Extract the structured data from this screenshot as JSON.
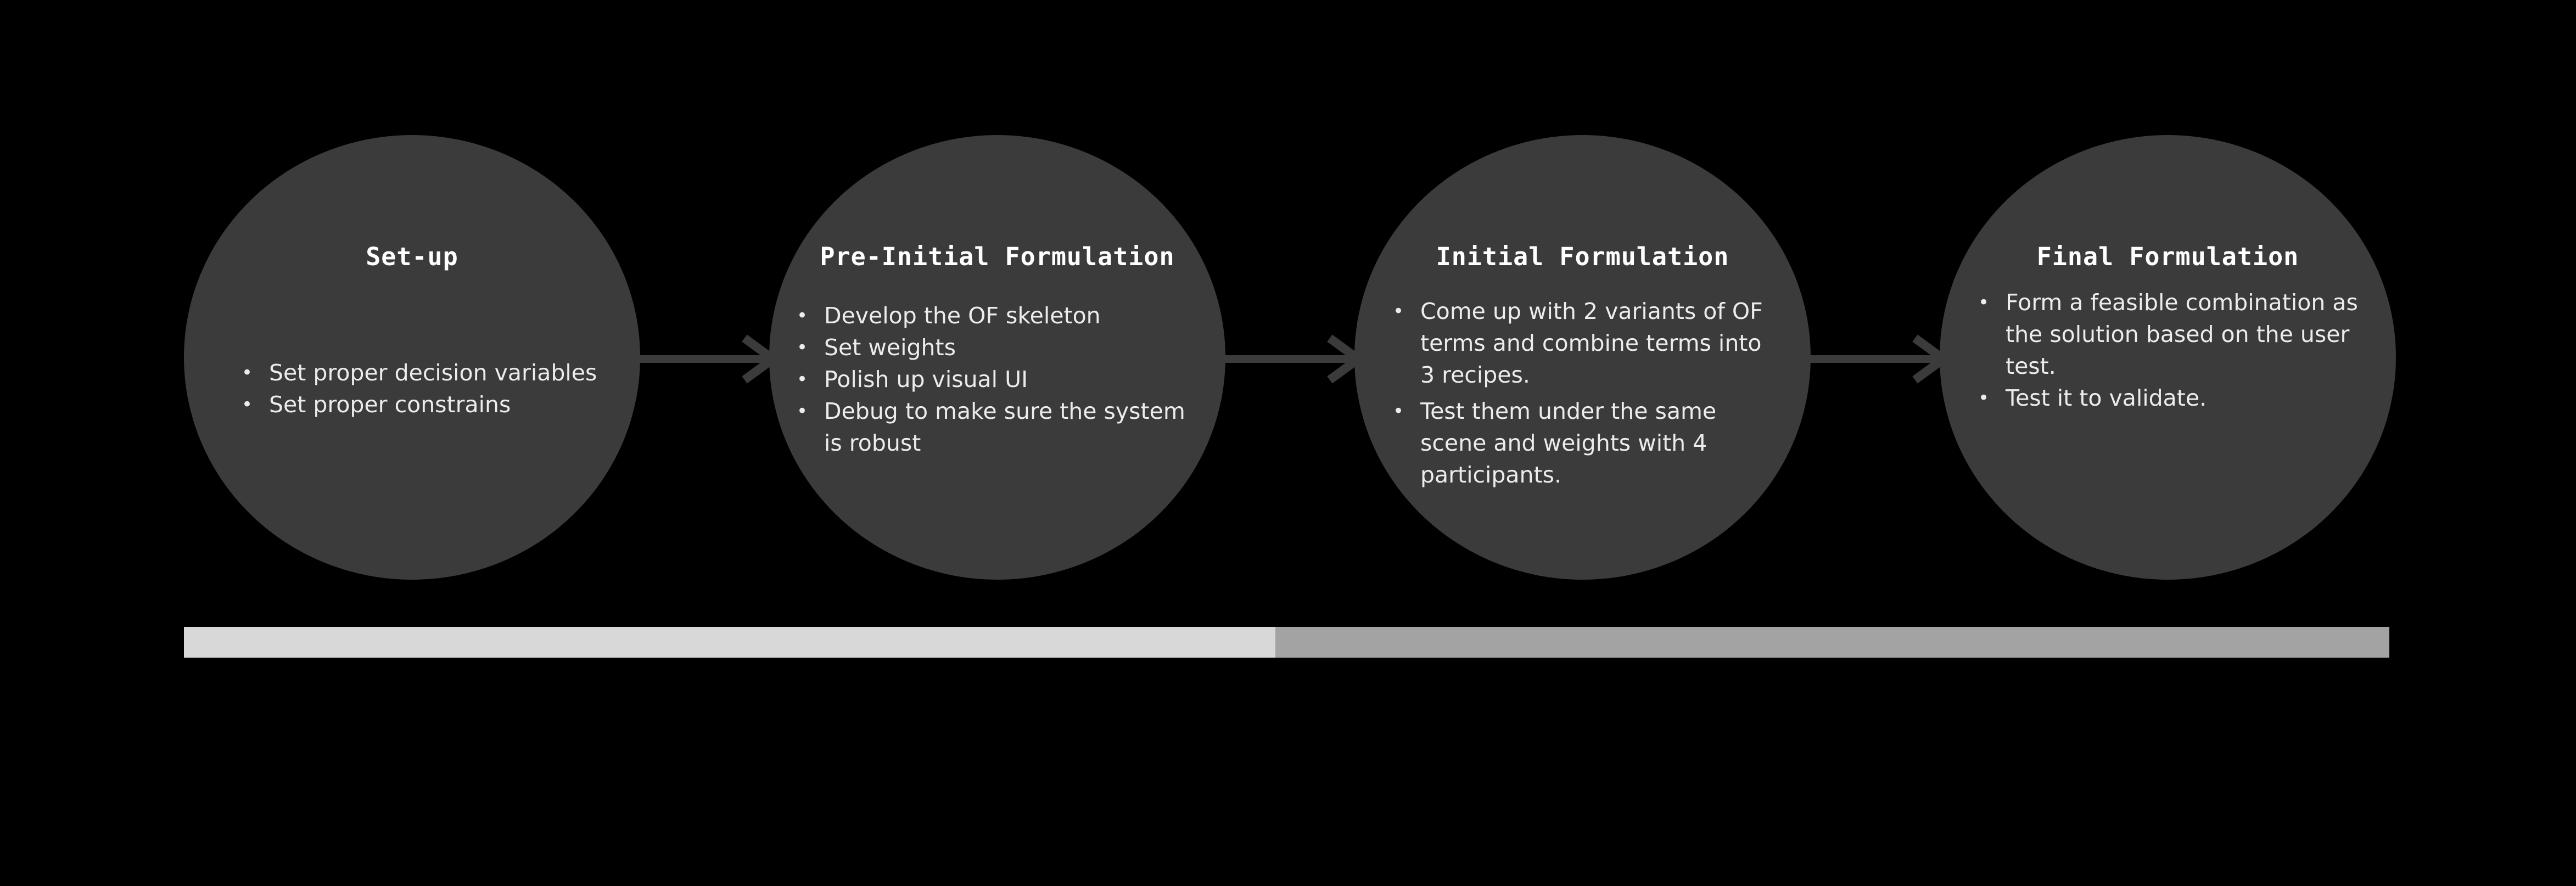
{
  "diagram": {
    "stages": [
      {
        "title": "Set-up",
        "bullets": [
          "Set proper decision variables",
          "Set proper constrains"
        ]
      },
      {
        "title": "Pre-Initial Formulation",
        "bullets": [
          "Develop the OF skeleton",
          "Set weights",
          "Polish up visual UI",
          "Debug to make sure the system is robust"
        ]
      },
      {
        "title": "Initial Formulation",
        "bullets": [
          "Come up with 2 variants of OF terms and combine terms into 3 recipes.",
          "Test them under the same scene and weights with 4 participants."
        ]
      },
      {
        "title": "Final Formulation",
        "bullets": [
          "Form a feasible combination as the solution based on the user test.",
          "Test it to validate."
        ]
      }
    ],
    "progress": {
      "completed_fraction": 0.495
    },
    "colors": {
      "background": "#000000",
      "stage_fill": "#3b3b3b",
      "connector": "#3b3b3b",
      "progress_done": "#d8d8d8",
      "progress_remaining": "#a3a3a3",
      "text": "#f2f2f2"
    }
  }
}
